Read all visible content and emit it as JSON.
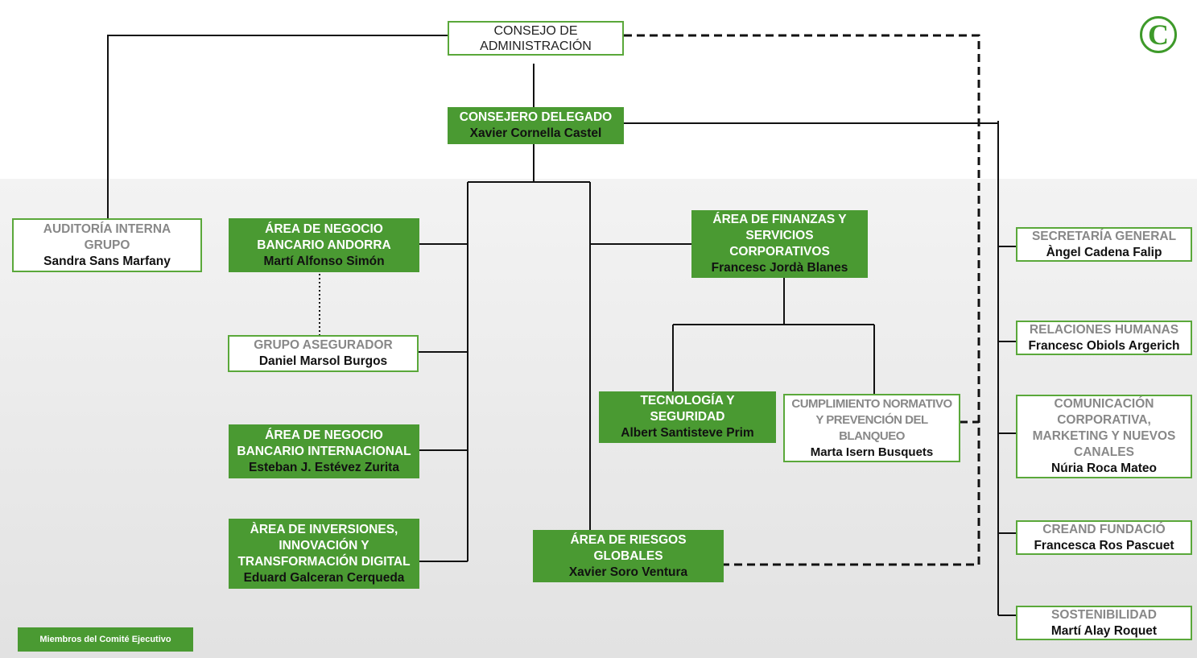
{
  "board": {
    "line1": "CONSEJO DE",
    "line2": "ADMINISTRACIÓN"
  },
  "ceo": {
    "title": "CONSEJERO  DELEGADO",
    "name": "Xavier Cornella Castel"
  },
  "audit": {
    "title1": "AUDITORÍA INTERNA",
    "title2": "GRUPO",
    "name": "Sandra Sans Marfany"
  },
  "andorra": {
    "title1": "ÁREA DE NEGOCIO",
    "title2": "BANCARIO ANDORRA",
    "name": "Martí Alfonso Simón"
  },
  "insurance": {
    "title": "GRUPO ASEGURADOR",
    "name": "Daniel Marsol Burgos"
  },
  "international": {
    "title1": "ÁREA DE NEGOCIO",
    "title2": "BANCARIO INTERNACIONAL",
    "name": "Esteban J. Estévez Zurita"
  },
  "investments": {
    "title1": "ÀREA DE INVERSIONES,",
    "title2": "INNOVACIÓN Y",
    "title3": "TRANSFORMACIÓN DIGITAL",
    "name": "Eduard Galceran Cerqueda"
  },
  "finance": {
    "title1": "ÁREA DE FINANZAS Y",
    "title2": "SERVICIOS",
    "title3": "CORPORATIVOS",
    "name": "Francesc Jordà Blanes"
  },
  "tech": {
    "title1": "TECNOLOGÍA Y",
    "title2": "SEGURIDAD",
    "name": "Albert Santisteve Prim"
  },
  "compliance": {
    "title1": "CUMPLIMIENTO NORMATIVO",
    "title2": "Y PREVENCIÓN DEL",
    "title3": "BLANQUEO",
    "name": "Marta Isern Busquets"
  },
  "risks": {
    "title1": "ÁREA DE RIESGOS",
    "title2": "GLOBALES",
    "name": "Xavier Soro Ventura"
  },
  "secretary": {
    "title": "SECRETARÍA GENERAL",
    "name": "Àngel Cadena Falip"
  },
  "hr": {
    "title": "RELACIONES HUMANAS",
    "name": "Francesc Obiols Argerich"
  },
  "comms": {
    "title1": "COMUNICACIÓN",
    "title2": "CORPORATIVA,",
    "title3": "MARKETING Y NUEVOS",
    "title4": "CANALES",
    "name": "Núria Roca Mateo"
  },
  "foundation": {
    "title": "CREAND FUNDACIÓ",
    "name": "Francesca Ros Pascuet"
  },
  "sustainability": {
    "title": "SOSTENIBILIDAD",
    "name": "Martí Alay Roquet"
  },
  "legend": {
    "label": "Miembros del Comité Ejecutivo"
  },
  "logo": {
    "glyph": "C"
  },
  "colors": {
    "green": "#4a9a32",
    "border": "#5aa83a",
    "grey_text": "#888888"
  }
}
